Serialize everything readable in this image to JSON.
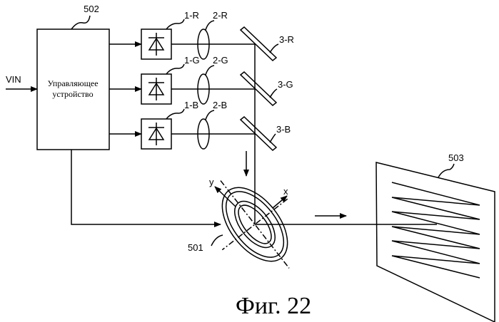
{
  "labels": {
    "controller": "502",
    "input": "VIN",
    "controller_text_1": "Управляющее",
    "controller_text_2": "устройство",
    "laser_r": "1-R",
    "laser_g": "1-G",
    "laser_b": "1-B",
    "lens_r": "2-R",
    "lens_g": "2-G",
    "lens_b": "2-B",
    "mirror_r": "3-R",
    "mirror_g": "3-G",
    "mirror_b": "3-B",
    "scan_mirror": "501",
    "screen": "503",
    "axis_x": "x",
    "axis_y": "y"
  },
  "caption": "Фиг. 22"
}
